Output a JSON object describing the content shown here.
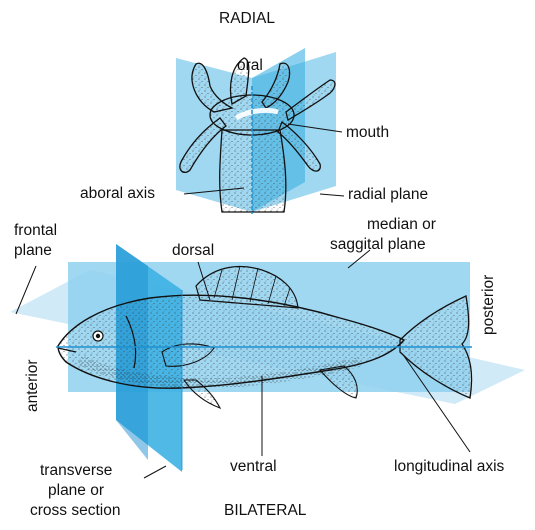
{
  "colors": {
    "plane_light": "#cde9f7",
    "plane_mid": "#8fd0ef",
    "plane_dark": "#3db1e3",
    "axis": "#1e90d0",
    "outline": "#111111"
  },
  "radial": {
    "title": "RADIAL",
    "oral": "oral",
    "mouth": "mouth",
    "aboral_axis": "aboral axis",
    "radial_plane": "radial plane"
  },
  "bilateral": {
    "title": "BILATERAL",
    "median_line1": "median or",
    "median_line2": "saggital plane",
    "frontal_line1": "frontal",
    "frontal_line2": "plane",
    "dorsal": "dorsal",
    "posterior": "posterior",
    "anterior": "anterior",
    "transverse_line1": "transverse",
    "transverse_line2": "plane or",
    "transverse_line3": "cross section",
    "ventral": "ventral",
    "longitudinal_axis": "longitudinal axis"
  }
}
